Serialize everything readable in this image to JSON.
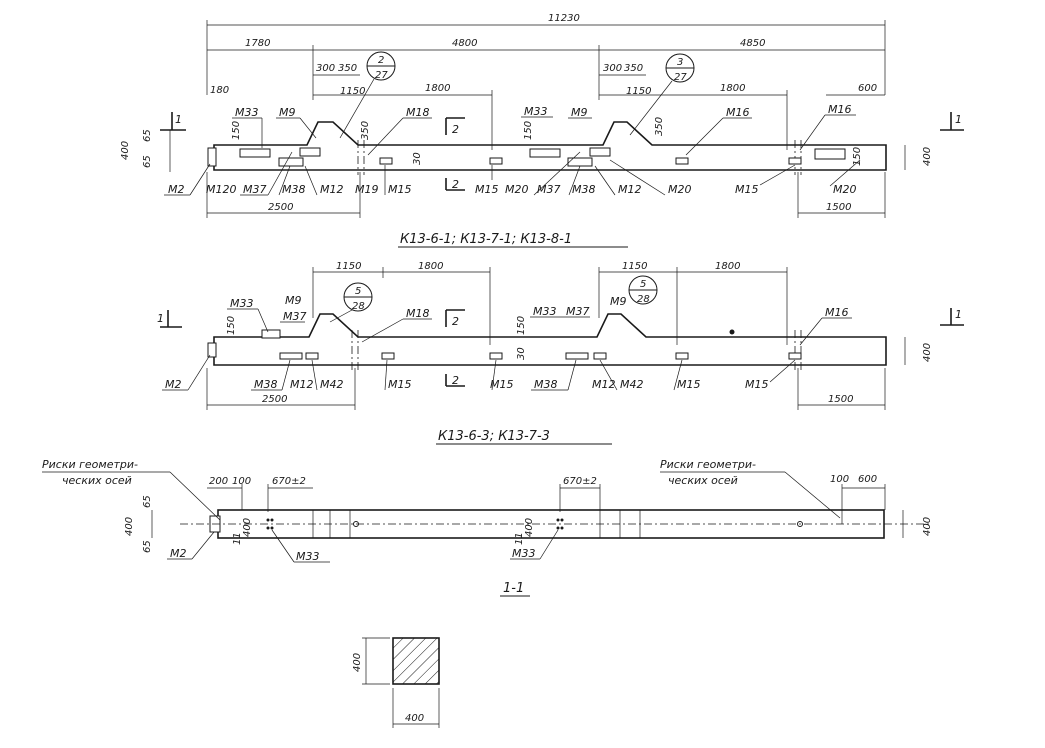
{
  "overall": {
    "length": "11230",
    "seg1": "1780",
    "seg2": "4800",
    "seg3": "4850"
  },
  "beam1": {
    "title": "К13-6-1; К13-7-1; К13-8-1",
    "dims": {
      "d300a": "300",
      "d350a": "350",
      "d1150a": "1150",
      "d1800a": "1800",
      "d300b": "300",
      "d350b": "350",
      "d1150b": "1150",
      "d1800b": "1800",
      "d600": "600",
      "d180": "180",
      "d400v": "400",
      "d65a": "65",
      "d65b": "65",
      "d150a": "150",
      "d350va": "350",
      "d30a": "30",
      "d150b": "150",
      "d350vb": "350",
      "d150c": "150",
      "d400r": "400",
      "d2500": "2500",
      "d1500": "1500"
    },
    "callout1": {
      "top": "2",
      "bottom": "27"
    },
    "callout2": {
      "top": "3",
      "bottom": "27"
    },
    "labels": {
      "m33a": "М33",
      "m9a": "М9",
      "m18": "М18",
      "m33b": "М33",
      "m9b": "М9",
      "m16a": "М16",
      "m16b": "М16",
      "m2": "М2",
      "m120": "М120",
      "m37a": "М37",
      "m38a": "М38",
      "m12a": "М12",
      "m19": "М19",
      "m15a": "М15",
      "m15b": "М15",
      "m20a": "М20",
      "m37b": "М37",
      "m38b": "М38",
      "m12b": "М12",
      "m20b": "М20",
      "m15c": "М15",
      "m20c": "М20"
    },
    "sec1": "1",
    "sec1r": "1",
    "sec2": "2",
    "sec2b": "2"
  },
  "beam2": {
    "title": "К13-6-3; К13-7-3",
    "dims": {
      "d1150a": "1150",
      "d1800a": "1800",
      "d1150b": "1150",
      "d1800b": "1800",
      "d150a": "150",
      "d150b": "150",
      "d30": "30",
      "d400r": "400",
      "d2500": "2500",
      "d1500": "1500"
    },
    "callout1": {
      "top": "5",
      "bottom": "28"
    },
    "callout2": {
      "top": "5",
      "bottom": "28"
    },
    "labels": {
      "m33a": "М33",
      "m9a": "М9",
      "m37a": "М37",
      "m18": "М18",
      "m33b": "М33",
      "m37b": "М37",
      "m9b": "М9",
      "m16": "М16",
      "m2": "М2",
      "m38a": "М38",
      "m12a": "М12",
      "m42a": "М42",
      "m15a": "М15",
      "m15b": "М15",
      "m38b": "М38",
      "m12b": "М12",
      "m42b": "М42",
      "m15c": "М15",
      "m15d": "М15"
    },
    "sec1": "1",
    "sec1r": "1",
    "sec2": "2",
    "sec2b": "2"
  },
  "beam3": {
    "note_left_1": "Риски геометри-",
    "note_left_2": "ческих осей",
    "note_right_1": "Риски геометри-",
    "note_right_2": "ческих осей",
    "dims": {
      "d200": "200",
      "d100a": "100",
      "d670a": "670±2",
      "d670b": "670±2",
      "d100b": "100",
      "d600": "600",
      "d400l": "400",
      "d400r": "400",
      "d65a": "65",
      "d65b": "65",
      "d11a": "11",
      "d11b": "11",
      "d400s1": "400",
      "d400s2": "400"
    },
    "labels": {
      "m2": "М2",
      "m33a": "М33",
      "m33b": "М33"
    }
  },
  "section": {
    "title": "1-1",
    "width": "400",
    "height": "400"
  }
}
